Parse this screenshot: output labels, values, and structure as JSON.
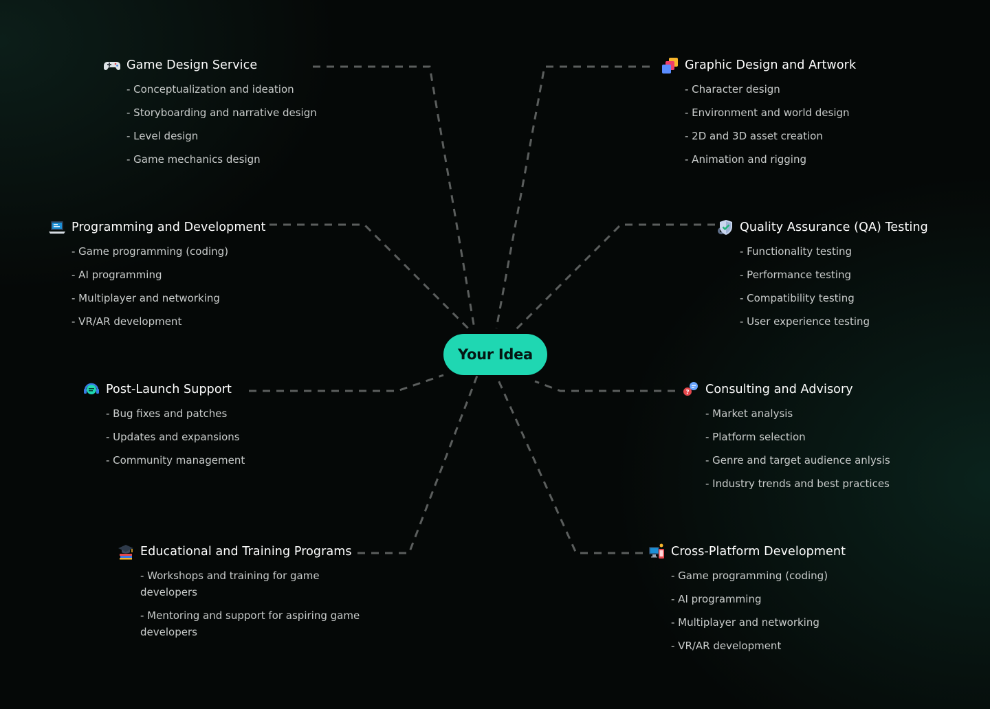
{
  "center": {
    "label": "Your Idea"
  },
  "colors": {
    "accent": "#1fd7b2",
    "background": "#050807",
    "connector": "#5b5e5d"
  },
  "groups": {
    "game_design": {
      "icon": "gamepad-icon",
      "title": "Game Design Service",
      "items": [
        "- Conceptualization and ideation",
        "- Storyboarding and narrative design",
        "- Level design",
        "- Game mechanics design"
      ]
    },
    "graphic_design": {
      "icon": "layers-icon",
      "title": "Graphic Design and Artwork",
      "items": [
        "- Character design",
        "- Environment and world design",
        "- 2D and 3D asset creation",
        "- Animation and rigging"
      ]
    },
    "programming": {
      "icon": "laptop-icon",
      "title": "Programming and Development",
      "items": [
        "- Game programming (coding)",
        "- AI programming",
        "- Multiplayer and networking",
        "- VR/AR development"
      ]
    },
    "qa_testing": {
      "icon": "shield-check-icon",
      "title": "Quality Assurance (QA) Testing",
      "items": [
        "- Functionality testing",
        "- Performance testing",
        "- Compatibility testing",
        "- User experience testing"
      ]
    },
    "post_launch": {
      "icon": "headset-icon",
      "title": "Post-Launch Support",
      "items": [
        "- Bug fixes and patches",
        "- Updates and expansions",
        "- Community management"
      ]
    },
    "consulting": {
      "icon": "chat-bubbles-icon",
      "title": "Consulting and Advisory",
      "items": [
        "- Market analysis",
        "- Platform selection",
        "- Genre and target audience anlysis",
        "- Industry trends and best practices"
      ]
    },
    "education": {
      "icon": "graduation-cap-icon",
      "title": "Educational and Training Programs",
      "items": [
        "- Workshops and training for game developers",
        "- Mentoring and support for aspiring game developers"
      ]
    },
    "cross_platform": {
      "icon": "devices-icon",
      "title": "Cross-Platform Development",
      "items": [
        "- Game programming (coding)",
        "- AI programming",
        "- Multiplayer and networking",
        "- VR/AR development"
      ]
    }
  }
}
